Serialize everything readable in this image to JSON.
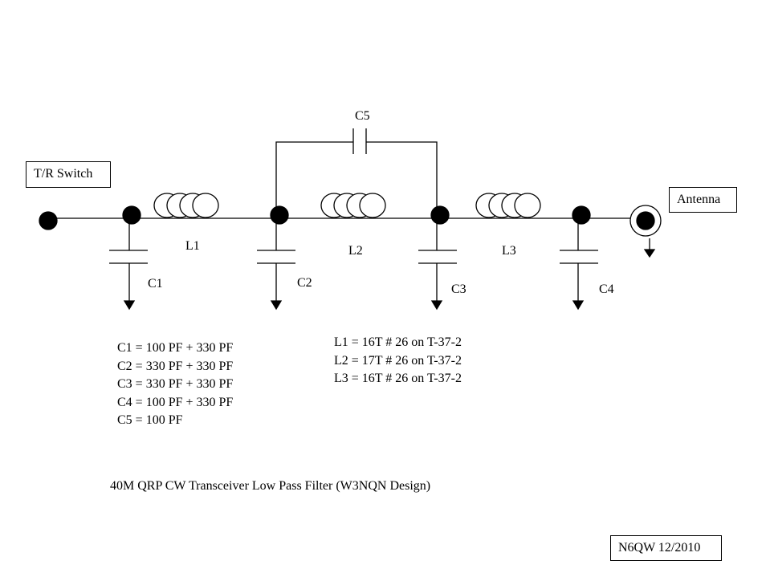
{
  "labels": {
    "tr_switch": "T/R Switch",
    "antenna": "Antenna",
    "c1": "C1",
    "c2": "C2",
    "c3": "C3",
    "c4": "C4",
    "c5": "C5",
    "l1": "L1",
    "l2": "L2",
    "l3": "L3"
  },
  "capacitor_values": [
    "C1 = 100 PF + 330 PF",
    "C2 = 330 PF + 330 PF",
    "C3 = 330 PF + 330 PF",
    "C4 = 100 PF + 330 PF",
    "C5 = 100 PF"
  ],
  "inductor_values": [
    "L1 = 16T # 26 on T-37-2",
    "L2 = 17T # 26 on T-37-2",
    "L3 = 16T # 26 on T-37-2"
  ],
  "title": "40M QRP CW Transceiver Low Pass Filter (W3NQN Design)",
  "credit": "N6QW 12/2010"
}
